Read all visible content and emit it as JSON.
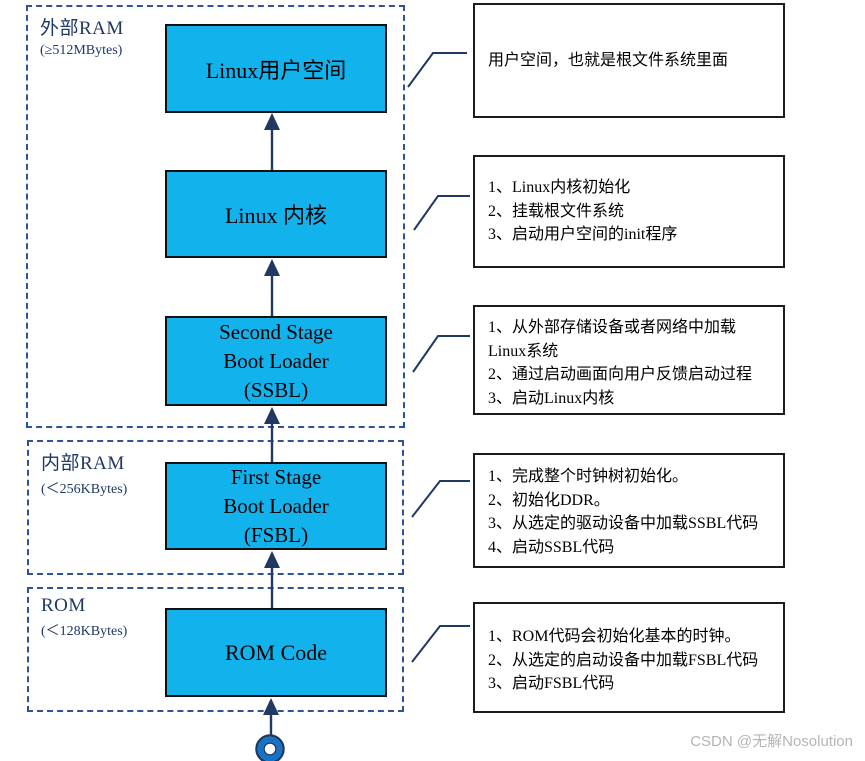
{
  "colors": {
    "node_fill": "#12b2ec",
    "node_border": "#111111",
    "line_navy": "#1f3864",
    "dashed_border": "#2f5496",
    "region_label": "#1f3864",
    "annotation_border": "#1c1c1c",
    "watermark": "#b5b5b5",
    "circle_ring": "#1273c8"
  },
  "regions": [
    {
      "label": "外部RAM",
      "size": "(≥512MBytes)"
    },
    {
      "label": "内部RAM",
      "size": "(＜256KBytes)"
    },
    {
      "label": "ROM",
      "size": "(＜128KBytes)"
    }
  ],
  "nodes": [
    {
      "lines": [
        "Linux用户空间"
      ]
    },
    {
      "lines": [
        "Linux 内核"
      ]
    },
    {
      "lines": [
        "Second Stage",
        "Boot Loader",
        "(SSBL)"
      ]
    },
    {
      "lines": [
        "First Stage",
        "Boot Loader",
        "(FSBL)"
      ]
    },
    {
      "lines": [
        "ROM Code"
      ]
    }
  ],
  "annotations": [
    {
      "lines": [
        "用户空间，也就是根文件系统里面"
      ]
    },
    {
      "lines": [
        "1、Linux内核初始化",
        "2、挂载根文件系统",
        "3、启动用户空间的init程序"
      ]
    },
    {
      "lines": [
        "1、从外部存储设备或者网络中加载",
        "Linux系统",
        "2、通过启动画面向用户反馈启动过程",
        "3、启动Linux内核"
      ]
    },
    {
      "lines": [
        "1、完成整个时钟树初始化。",
        "2、初始化DDR。",
        "3、从选定的驱动设备中加载SSBL代码",
        "4、启动SSBL代码"
      ]
    },
    {
      "lines": [
        "1、ROM代码会初始化基本的时钟。",
        "2、从选定的启动设备中加载FSBL代码",
        "3、启动FSBL代码"
      ]
    }
  ],
  "watermark": "CSDN @无解Nosolution"
}
